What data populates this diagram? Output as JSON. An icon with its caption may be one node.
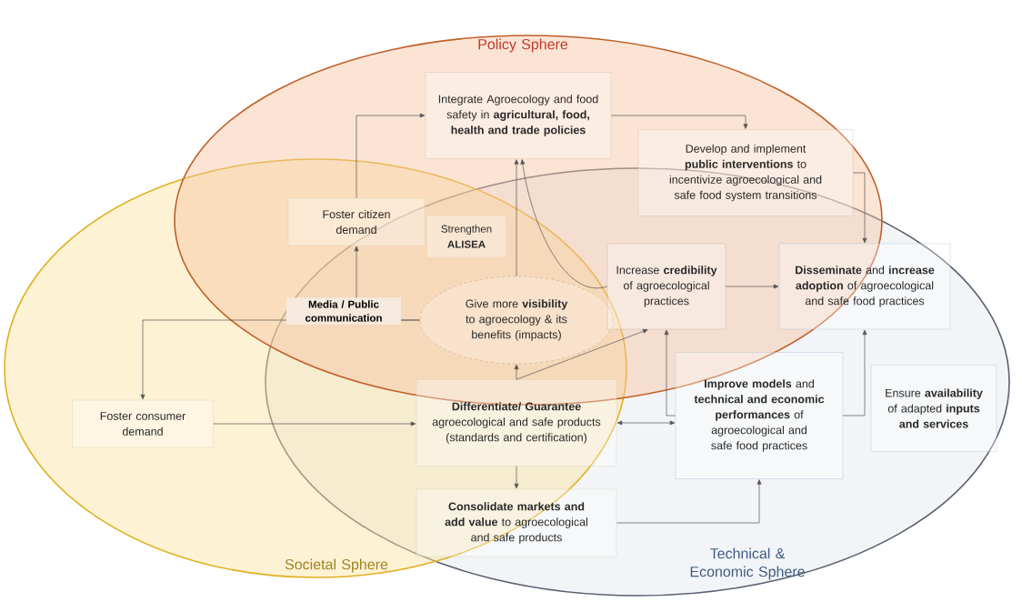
{
  "diagram": {
    "nodes": [
      {
        "text": [
          "Integrate Agroecology and food safety in **agricultural, food, health and trade policies**"
        ]
      },
      {
        "text": [
          "Develop and implement **public interventions** to incentivize agroecological and safe food system transitions"
        ]
      },
      {
        "text": [
          "Foster citizen demand"
        ]
      },
      {
        "text": [
          "Strengthen **ALISEA**"
        ]
      },
      {
        "text": [
          "Give more **visibility** to agroecology & its benefits (impacts)"
        ]
      },
      {
        "text": [
          "Increase **credibility** of agroecological practices"
        ]
      },
      {
        "text": [
          "**Disseminate** and **increase adoption** of agroecological and safe food practices"
        ]
      },
      {
        "text": [
          "Foster consumer demand"
        ]
      },
      {
        "text": [
          "**Differentiate/ Guarantee** agroecological and safe products (standards and certification)"
        ]
      },
      {
        "text": [
          "**Improve models** and **technical and economic performances** of agroecological and safe food practices"
        ]
      },
      {
        "text": [
          "Ensure **availability** of adapted **inputs and services**"
        ]
      },
      {
        "text": [
          "**Consolidate markets and add value** to agroecological and safe products"
        ]
      }
    ],
    "edges": [
      {
        "from": 2,
        "to": 0,
        "arrow": "to"
      },
      {
        "from": 0,
        "to": 1,
        "arrow": "to"
      },
      {
        "from": 1,
        "to": 6,
        "arrow": "to"
      },
      {
        "from": 4,
        "to": 0,
        "arrow": "to"
      },
      {
        "from": 5,
        "to": 0,
        "arrow": "to"
      },
      {
        "from": 4,
        "to": 7,
        "arrow": "to",
        "label": "Media / Public communication"
      },
      {
        "from": 4,
        "to": 2,
        "arrow": "to"
      },
      {
        "from": 8,
        "to": 4,
        "arrow": "to"
      },
      {
        "from": 8,
        "to": 5,
        "arrow": "to"
      },
      {
        "from": 5,
        "to": 6,
        "arrow": "to"
      },
      {
        "from": 9,
        "to": 5,
        "arrow": "to"
      },
      {
        "from": 9,
        "to": 6,
        "arrow": "to"
      },
      {
        "from": 7,
        "to": 8,
        "arrow": "to"
      },
      {
        "from": 8,
        "to": 9,
        "arrow": "both"
      },
      {
        "from": 8,
        "to": 11,
        "arrow": "to"
      },
      {
        "from": 11,
        "to": 9,
        "arrow": "to"
      }
    ],
    "labels": [
      "Policy Sphere",
      "Societal Sphere",
      "Technical & Economic Sphere"
    ]
  }
}
